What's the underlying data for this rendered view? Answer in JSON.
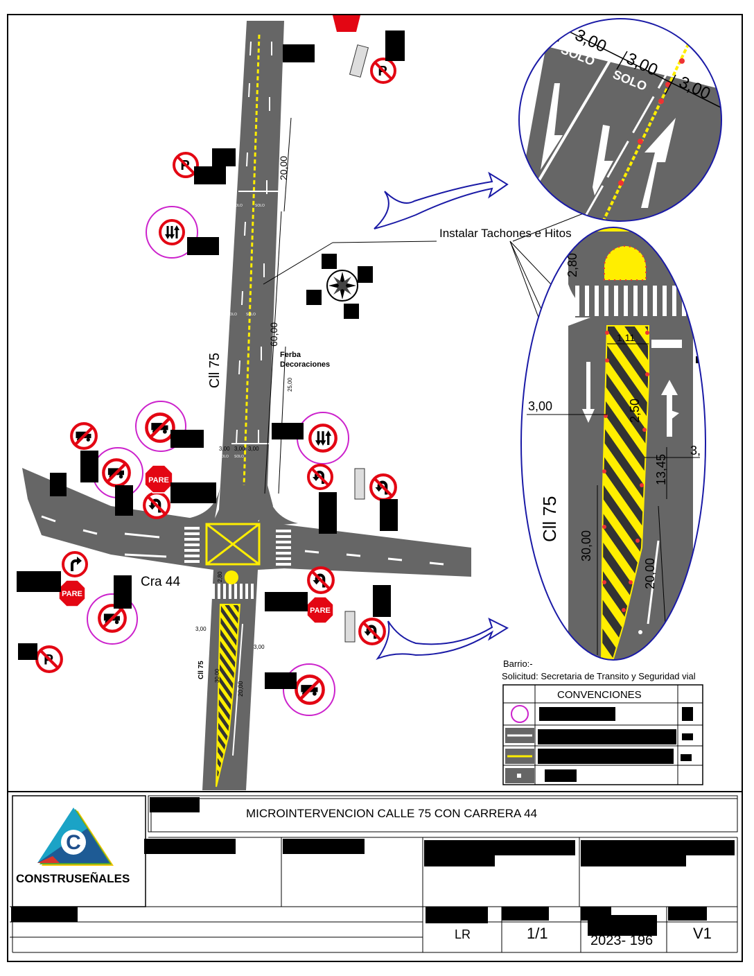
{
  "streets": {
    "calle_label": "Cll 75",
    "carrera_label": "Cra 44",
    "calle_label_small": "Cll 75"
  },
  "callouts": {
    "install_note": "Instalar Tachones e Hitos",
    "business_label_line1": "Ferba",
    "business_label_line2": "Decoraciones"
  },
  "dimensions": {
    "d20": "20,00",
    "d60": "60,00",
    "d25": "25,00",
    "d3_a": "3,00",
    "d3_b": "3,00",
    "d3_c": "3,00",
    "d3_d": "3,00",
    "d3_e": "3,00",
    "d280": "2,80",
    "d30": "30,00",
    "d20_low": "20,00"
  },
  "detail_top": {
    "dim_a": "3,00",
    "dim_b": "3,00",
    "dim_c": "3,00",
    "solo_1": "SOLO",
    "solo_2": "SOLO"
  },
  "detail_bottom": {
    "dim_280": "2,80",
    "dim_111": "1,11",
    "dim_300": "3,00",
    "dim_250": "2,50",
    "dim_1345": "13,45",
    "dim_3": "3,",
    "dim_3000": "30,00",
    "dim_2000": "20,00",
    "street": "Cll 75"
  },
  "road_marks": {
    "solo": "SOLO"
  },
  "signs": {
    "pare": "PARE"
  },
  "project": {
    "barrio": "Barrio:-",
    "solicitud": "Solicitud: Secretaria de Transito y Seguridad vial",
    "conventions_title": "CONVENCIONES",
    "title": "MICROINTERVENCION CALLE 75 CON CARRERA 44",
    "company": "CONSTRUSEÑALES",
    "designer": "LR",
    "sheet": "1/1",
    "number": "2023- 196",
    "version": "V1"
  },
  "colors": {
    "road": "#666666",
    "yellow": "#ffee00",
    "sign_red": "#e30613",
    "magenta": "#cc22cc",
    "detail_blue": "#1a1aa6",
    "brand_blue": "#1e4f8c",
    "brand_cyan": "#1ba3c6",
    "brand_green": "#5aa832",
    "brand_yellow": "#f2c500",
    "brand_red": "#d9362b"
  },
  "icons": [
    "no-parking-icon",
    "no-left-turn-icon",
    "two-way-icon",
    "no-truck-icon",
    "stop-sign-icon",
    "right-turn-icon",
    "north-arrow-icon",
    "blue-arrow-icon",
    "company-logo-icon"
  ]
}
